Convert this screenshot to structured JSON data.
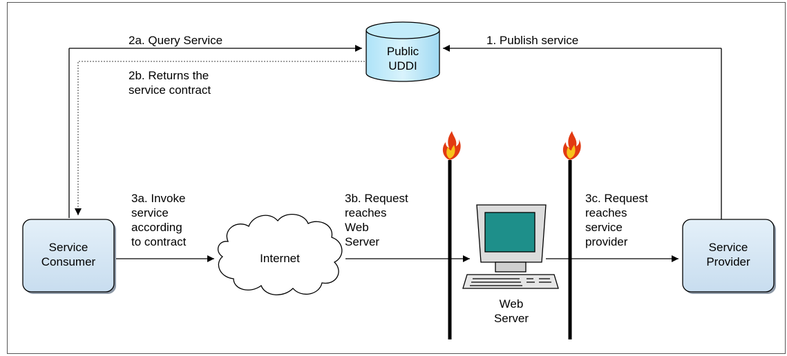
{
  "nodes": {
    "uddi": "Public\nUDDI",
    "consumer": "Service\nConsumer",
    "provider": "Service\nProvider",
    "internet": "Internet",
    "web_server": "Web\nServer"
  },
  "edges": {
    "publish": "1. Publish service",
    "query": "2a. Query Service",
    "returns": "2b. Returns the\nservice contract",
    "invoke": "3a. Invoke\nservice\naccording\nto contract",
    "reaches_web": "3b. Request\nreaches\nWeb\nServer",
    "reaches_provider": "3c. Request\nreaches\nservice\nprovider"
  },
  "icons": {
    "uddi": "database-cylinder-icon",
    "internet": "cloud-icon",
    "web_server": "computer-icon",
    "firewall": "firewall-flame-icon"
  },
  "colors": {
    "node_fill": "#d6e7f5",
    "screen": "#1e8f8a",
    "flame_outer": "#e23a12",
    "flame_inner": "#f7c21b"
  }
}
